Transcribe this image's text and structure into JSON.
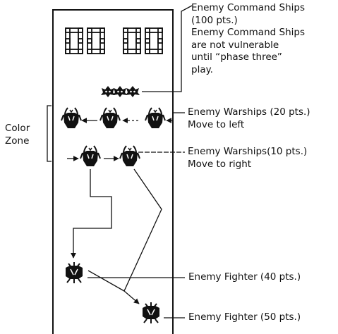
{
  "score": {
    "digits": [
      "0",
      "0",
      "0",
      "0"
    ],
    "style": "seven-segment-outline"
  },
  "colors": {
    "ink": "#111111",
    "background": "#ffffff"
  },
  "zone_label": {
    "lines": [
      "Color",
      "Zone"
    ]
  },
  "legend": {
    "command_ships": {
      "lines": [
        "Enemy Command Ships",
        "(100 pts.)",
        "Enemy Command Ships",
        "are not vulnerable",
        "until “phase three”",
        "play."
      ],
      "count": 3,
      "icon": "command-ship-icon"
    },
    "warships_top": {
      "lines": [
        "Enemy Warships (20 pts.)",
        "Move to left"
      ],
      "count": 3,
      "icon": "warship-icon",
      "direction": "left"
    },
    "warships_bottom": {
      "lines": [
        "Enemy Warships(10 pts.)",
        "Move to right"
      ],
      "count": 2,
      "icon": "warship-icon",
      "direction": "right"
    },
    "fighter_40": {
      "lines": [
        "Enemy Fighter (40 pts.)"
      ],
      "icon": "fighter-icon"
    },
    "fighter_50": {
      "lines": [
        "Enemy Fighter (50 pts.)"
      ],
      "icon": "fighter-icon"
    }
  }
}
